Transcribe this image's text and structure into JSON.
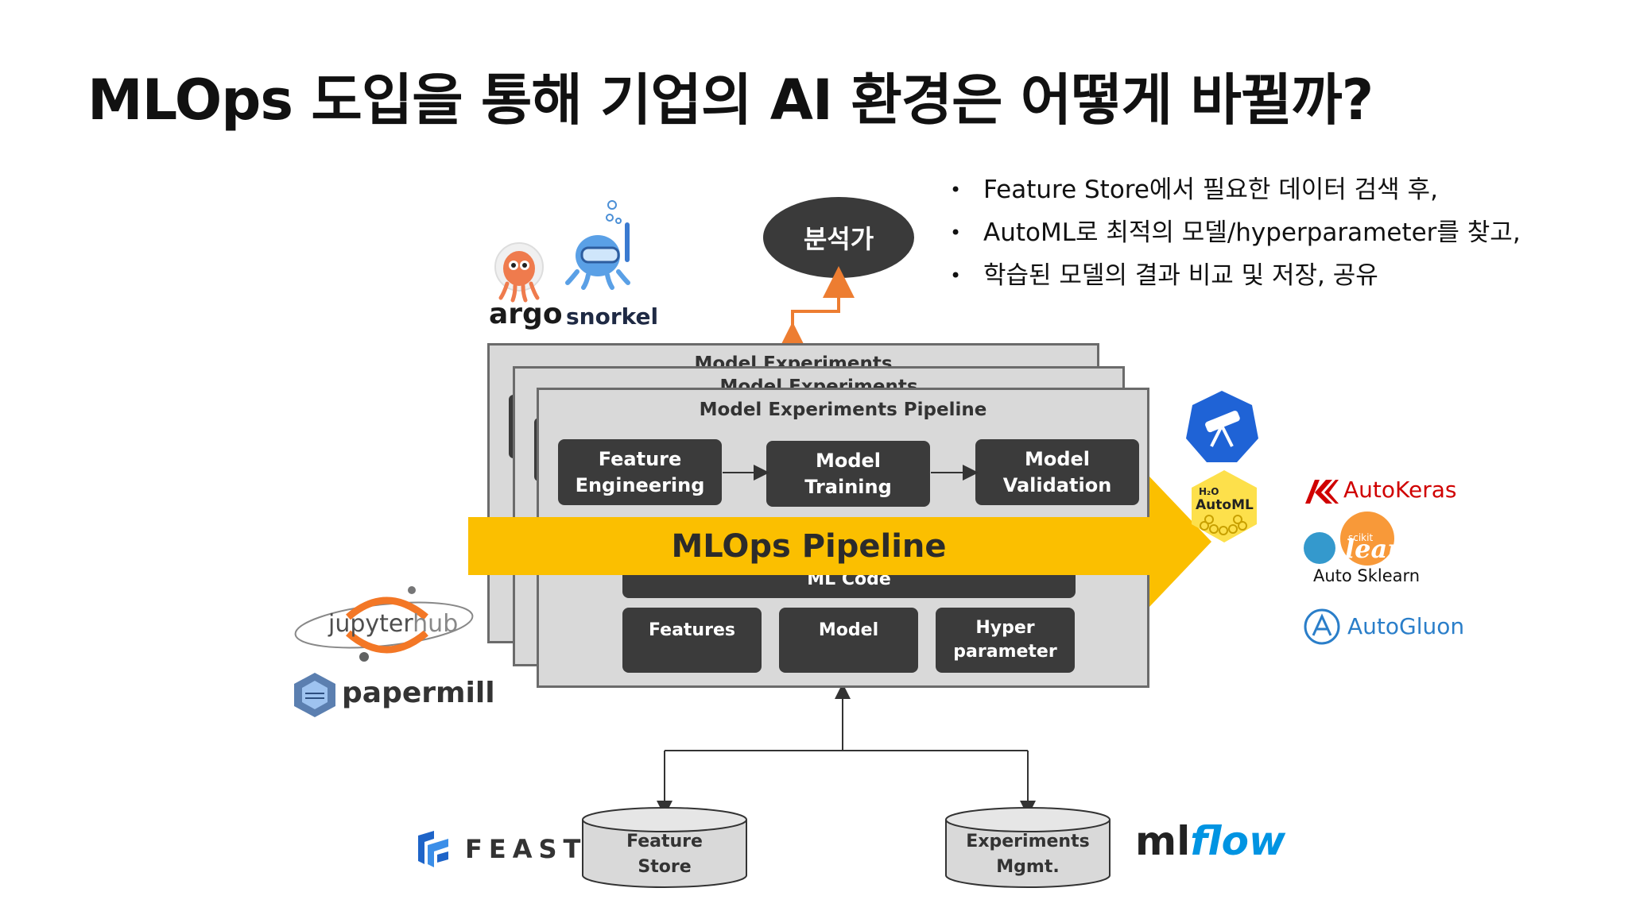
{
  "title": "MLOps 도입을 통해 기업의 AI 환경은 어떻게 바뀔까?",
  "bullets": [
    "Feature Store에서 필요한  데이터 검색 후,",
    "AutoML로 최적의 모델/hyperparameter를 찾고,",
    "학습된 모델의 결과 비교 및  저장, 공유"
  ],
  "bullet_marker": "•",
  "analyst": "분석가",
  "panels": {
    "back_title": "Model Experiments",
    "mid_title": "Model Experiments",
    "front_title": "Model Experiments Pipeline"
  },
  "steps": {
    "feature_engineering": [
      "Feature",
      "Engineering"
    ],
    "model_training": [
      "Model",
      "Training"
    ],
    "model_validation": [
      "Model",
      "Validation"
    ]
  },
  "ml_code": "ML Code",
  "bottom_boxes": {
    "features": "Features",
    "model": "Model",
    "hyper": [
      "Hyper",
      "parameter"
    ]
  },
  "pipeline_banner": "MLOps Pipeline",
  "stores": {
    "feature_store": [
      "Feature",
      "Store"
    ],
    "experiments": [
      "Experiments",
      "Mgmt."
    ]
  },
  "tools": {
    "argo": "argo",
    "snorkel": "snorkel",
    "jupyterhub_a": "jupyter",
    "jupyterhub_b": "hub",
    "papermill": "papermill",
    "feast": "FEAST",
    "mlflow_a": "ml",
    "mlflow_b": "flow",
    "h2o_a": "H₂O",
    "h2o_b": "AutoML",
    "autokeras": "AutoKeras",
    "sklearn_small": "scikit",
    "sklearn": "learn",
    "auto_sklearn": "Auto Sklearn",
    "autogluon": "AutoGluon"
  },
  "colors": {
    "banner": "#fbbf00",
    "box_dark": "#3b3b3b",
    "panel_fill": "#d9d9d9",
    "arrow_orange": "#ed7d31",
    "kubeflow_blue": "#1f63d6",
    "autokeras_red": "#d00000",
    "sklearn_orange": "#f89939",
    "sklearn_blue": "#3499cd",
    "autogluon_blue": "#2a7ec9",
    "mlflow_blue": "#0194e2"
  },
  "icons": [
    "kubeflow-katib-telescope-icon",
    "argo-octopus-icon",
    "snorkel-octopus-icon",
    "papermill-cube-icon",
    "feast-logo-icon"
  ]
}
